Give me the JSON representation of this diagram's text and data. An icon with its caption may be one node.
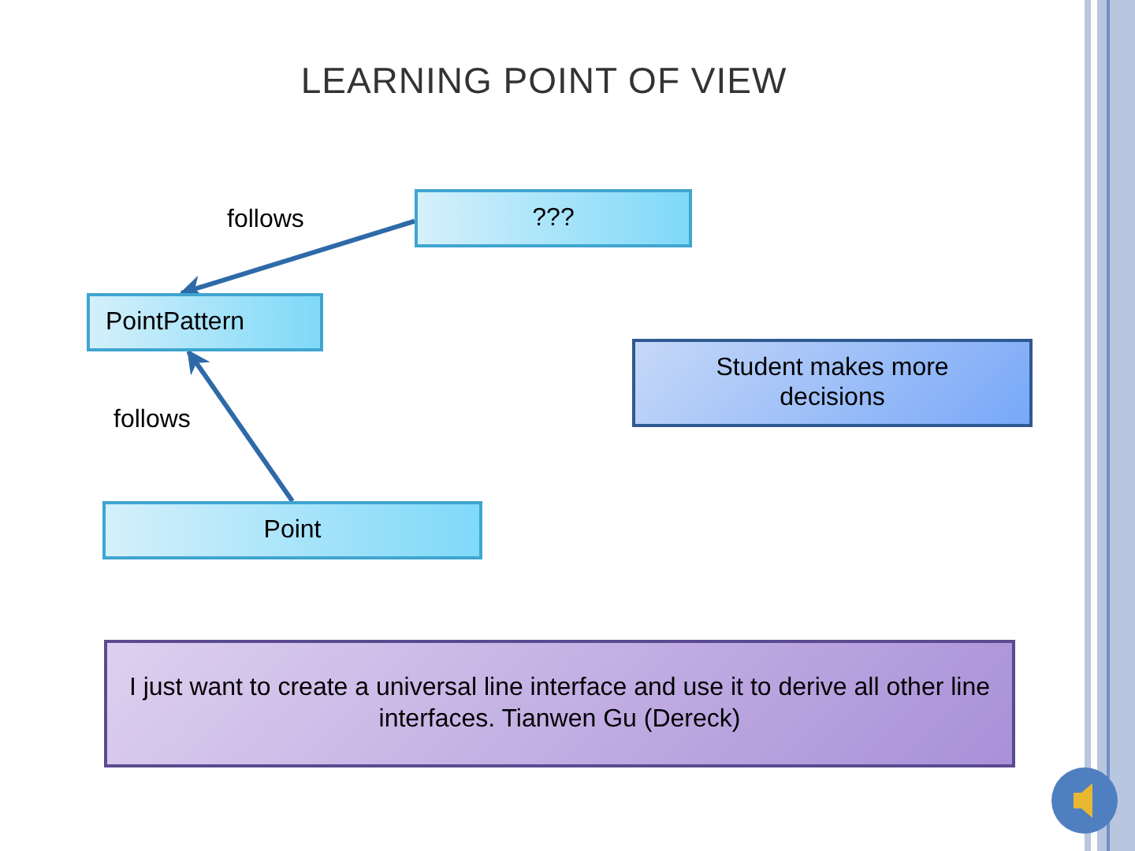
{
  "diagram": {
    "title": "LEARNING POINT OF VIEW",
    "nodes": [
      {
        "text": [
          "???"
        ]
      },
      {
        "text": [
          "PointPattern"
        ]
      },
      {
        "text": [
          "Student makes more decisions"
        ]
      },
      {
        "text": [
          "Point"
        ]
      },
      {
        "text": [
          "I just want to create a universal line interface and use it to derive all other line interfaces. Tianwen Gu (Dereck)"
        ]
      }
    ],
    "edges": [
      {
        "from": 0,
        "to": 1,
        "arrow": "to",
        "label": "follows"
      },
      {
        "from": 3,
        "to": 1,
        "arrow": "to",
        "label": "follows"
      }
    ]
  }
}
